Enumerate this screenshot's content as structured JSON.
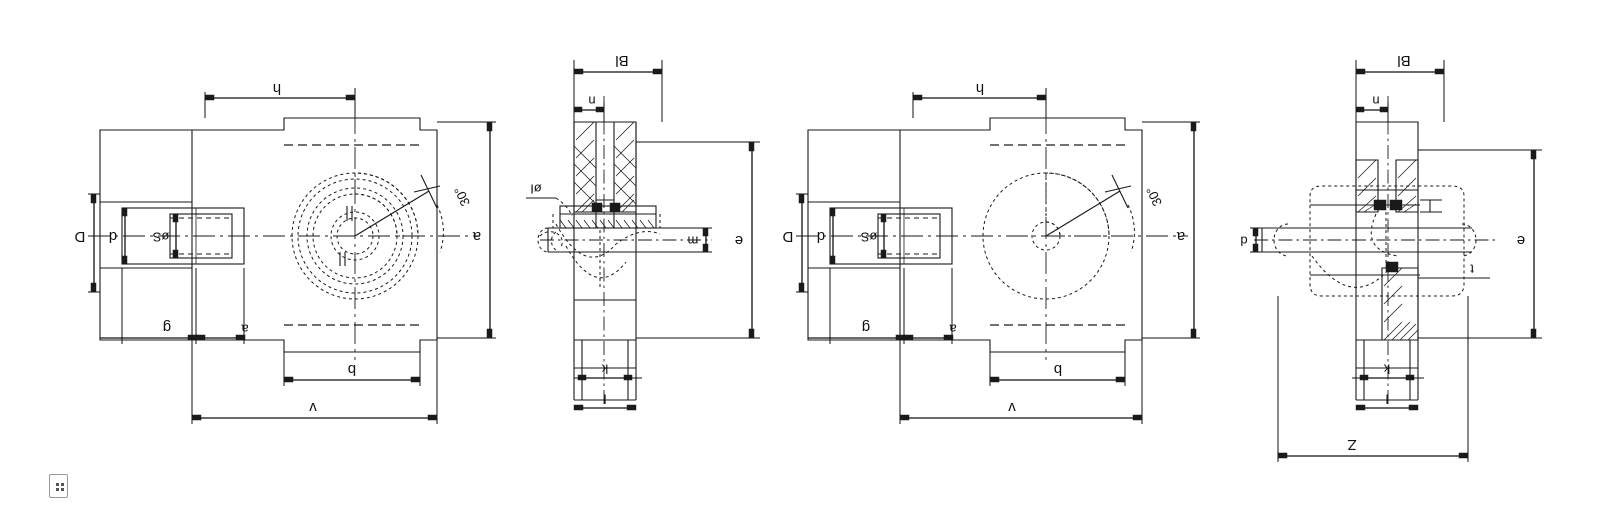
{
  "drawing": {
    "title": "Take-up bearing unit dimensional drawing",
    "line_color": "#1a1a1a",
    "background": "#ffffff",
    "text_rotation_deg": 180,
    "views": [
      {
        "name": "view-1-front-elevation",
        "type": "front-view",
        "labels": [
          {
            "key": "h",
            "text": "h",
            "role": "horizontal-dimension",
            "position": "top"
          },
          {
            "key": "D",
            "text": "D",
            "role": "vertical-dimension",
            "position": "left-outer"
          },
          {
            "key": "d",
            "text": "d",
            "role": "vertical-dimension",
            "position": "left-inner"
          },
          {
            "key": "oS",
            "text": "øS",
            "role": "vertical-dimension",
            "position": "slot-width"
          },
          {
            "key": "a",
            "text": "a",
            "role": "vertical-dimension",
            "position": "right"
          },
          {
            "key": "g",
            "text": "g",
            "role": "horizontal-dimension",
            "position": "bottom-left"
          },
          {
            "key": "a2",
            "text": "a",
            "role": "horizontal-dimension",
            "position": "bottom-left-2"
          },
          {
            "key": "b",
            "text": "b",
            "role": "horizontal-dimension",
            "position": "bottom"
          },
          {
            "key": "v",
            "text": "v",
            "role": "horizontal-dimension",
            "position": "bottom-outer"
          },
          {
            "key": "ang",
            "text": "30°",
            "role": "angle-callout",
            "position": "upper-right"
          }
        ]
      },
      {
        "name": "view-2-section",
        "type": "section-view",
        "labels": [
          {
            "key": "Bl",
            "text": "Bl",
            "role": "horizontal-dimension",
            "position": "top"
          },
          {
            "key": "n",
            "text": "n",
            "role": "horizontal-dimension",
            "position": "top-inner"
          },
          {
            "key": "oI",
            "text": "øI",
            "role": "leader-callout",
            "position": "left"
          },
          {
            "key": "m",
            "text": "m",
            "role": "horizontal-dimension",
            "position": "right-shaft"
          },
          {
            "key": "e",
            "text": "e",
            "role": "vertical-dimension",
            "position": "right"
          },
          {
            "key": "k",
            "text": "k",
            "role": "horizontal-dimension",
            "position": "bottom-inner"
          },
          {
            "key": "l",
            "text": "l",
            "role": "horizontal-dimension",
            "position": "bottom"
          }
        ]
      },
      {
        "name": "view-3-front-elevation",
        "type": "front-view",
        "labels": [
          {
            "key": "h",
            "text": "h",
            "role": "horizontal-dimension",
            "position": "top"
          },
          {
            "key": "D",
            "text": "D",
            "role": "vertical-dimension",
            "position": "left-outer"
          },
          {
            "key": "d",
            "text": "d",
            "role": "vertical-dimension",
            "position": "left-inner"
          },
          {
            "key": "oS",
            "text": "øS",
            "role": "vertical-dimension",
            "position": "slot-width"
          },
          {
            "key": "a",
            "text": "a",
            "role": "vertical-dimension",
            "position": "right"
          },
          {
            "key": "g",
            "text": "g",
            "role": "horizontal-dimension",
            "position": "bottom-left"
          },
          {
            "key": "a2",
            "text": "a",
            "role": "horizontal-dimension",
            "position": "bottom-left-2"
          },
          {
            "key": "b",
            "text": "b",
            "role": "horizontal-dimension",
            "position": "bottom"
          },
          {
            "key": "v",
            "text": "v",
            "role": "horizontal-dimension",
            "position": "bottom-outer"
          },
          {
            "key": "ang",
            "text": "30°",
            "role": "angle-callout",
            "position": "upper-right"
          }
        ]
      },
      {
        "name": "view-4-section",
        "type": "section-view",
        "labels": [
          {
            "key": "Bl",
            "text": "Bl",
            "role": "horizontal-dimension",
            "position": "top"
          },
          {
            "key": "n",
            "text": "n",
            "role": "horizontal-dimension",
            "position": "top-inner"
          },
          {
            "key": "d",
            "text": "d",
            "role": "vertical-dimension",
            "position": "left-shaft"
          },
          {
            "key": "t",
            "text": "t",
            "role": "leader-callout",
            "position": "right"
          },
          {
            "key": "e",
            "text": "e",
            "role": "vertical-dimension",
            "position": "right"
          },
          {
            "key": "k",
            "text": "k",
            "role": "horizontal-dimension",
            "position": "bottom-inner"
          },
          {
            "key": "l",
            "text": "l",
            "role": "horizontal-dimension",
            "position": "bottom"
          },
          {
            "key": "Z",
            "text": "Z",
            "role": "horizontal-dimension",
            "position": "bottom-outer"
          }
        ]
      }
    ]
  },
  "v1": {
    "h": "h",
    "D": "D",
    "d": "d",
    "oS": "øS",
    "a_right": "a",
    "g": "g",
    "a_bot": "a",
    "b": "b",
    "v": "v",
    "ang": "30°"
  },
  "v2": {
    "Bl": "Bl",
    "n": "n",
    "oI": "øI",
    "m": "m",
    "e": "e",
    "k": "k",
    "l": "l"
  },
  "v3": {
    "h": "h",
    "D": "D",
    "d": "d",
    "oS": "øS",
    "a_right": "a",
    "g": "g",
    "a_bot": "a",
    "b": "b",
    "v": "v",
    "ang": "30°"
  },
  "v4": {
    "Bl": "Bl",
    "n": "n",
    "d": "d",
    "t": "t",
    "e": "e",
    "k": "k",
    "l": "l",
    "Z": "Z"
  },
  "overlay": {
    "apps_icon": "apps-grid-icon"
  }
}
